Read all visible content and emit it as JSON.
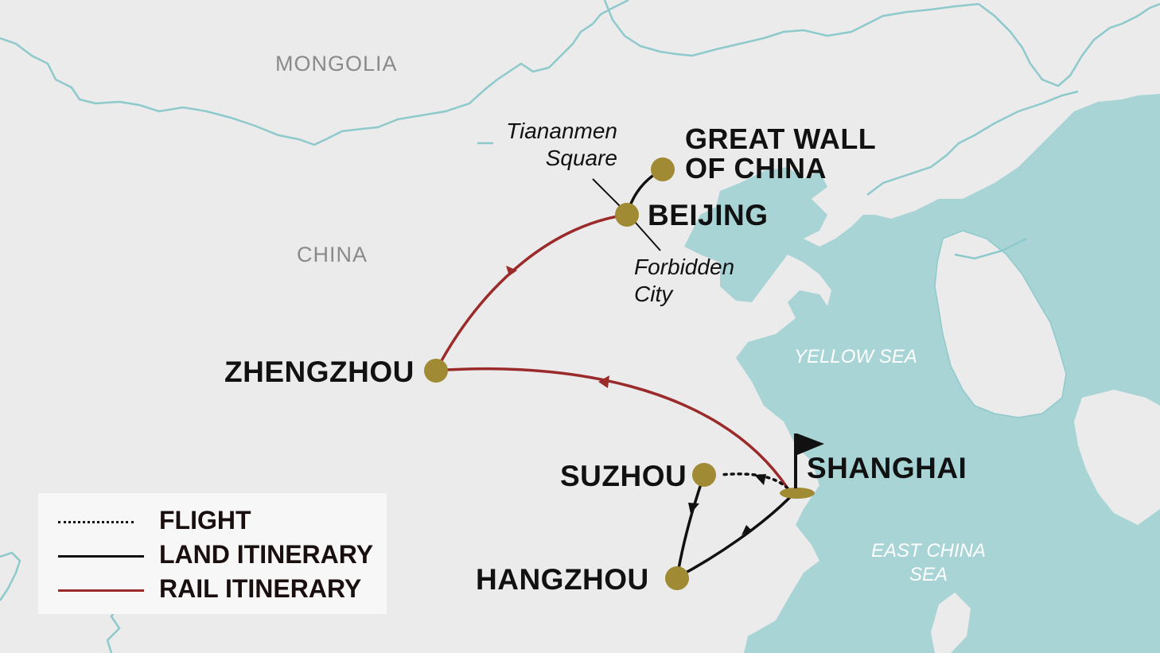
{
  "regions": {
    "mongolia": "MONGOLIA",
    "china": "CHINA",
    "yellow_sea": "YELLOW SEA",
    "east_china_sea_line1": "EAST CHINA",
    "east_china_sea_line2": "SEA"
  },
  "cities": {
    "great_wall_line1": "GREAT WALL",
    "great_wall_line2": "OF CHINA",
    "beijing": "BEIJING",
    "zhengzhou": "ZHENGZHOU",
    "suzhou": "SUZHOU",
    "shanghai": "SHANGHAI",
    "hangzhou": "HANGZHOU"
  },
  "sights": {
    "tiananmen_line1": "Tiananmen",
    "tiananmen_line2": "Square",
    "forbidden_line1": "Forbidden",
    "forbidden_line2": "City"
  },
  "legend": {
    "flight": "FLIGHT",
    "land": "LAND ITINERARY",
    "rail": "RAIL ITINERARY"
  },
  "colors": {
    "land_bg": "#ebebeb",
    "water": "#a8d4d6",
    "border": "#8ec9cc",
    "city_dot": "#a08a34",
    "rail_route": "#9b2a2a",
    "land_route": "#111111",
    "flight_route": "#111111"
  }
}
